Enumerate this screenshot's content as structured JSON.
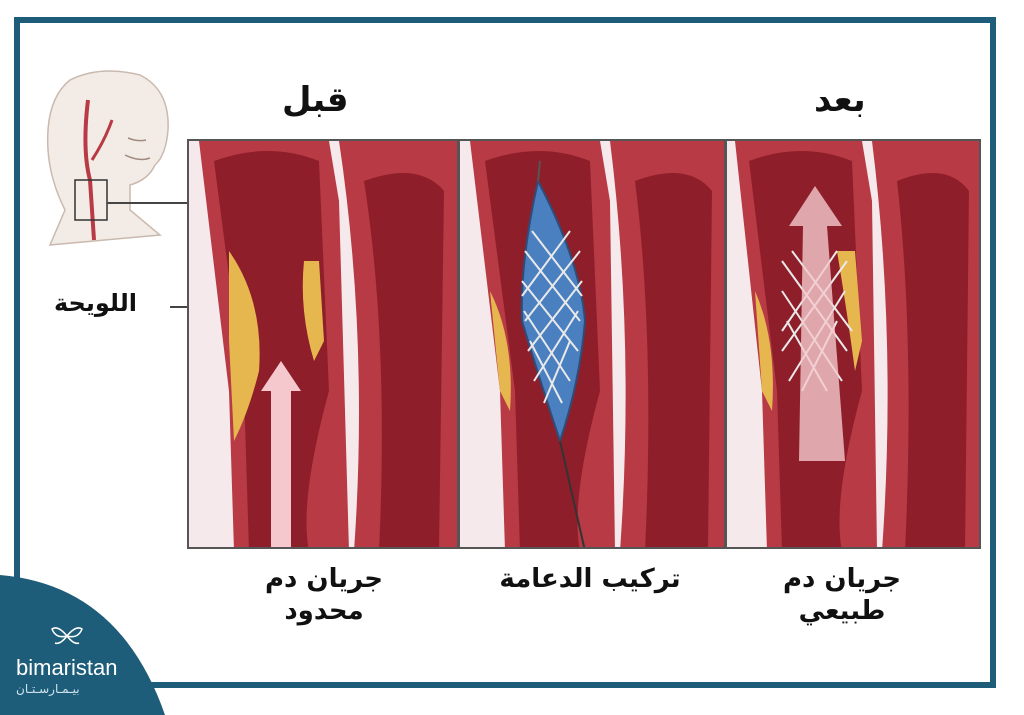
{
  "labels": {
    "before": "قبل",
    "after": "بعد",
    "plaque": "اللويحة",
    "caption_restricted_line1": "جريان دم",
    "caption_restricted_line2": "محدود",
    "caption_stent": "تركيب الدعامة",
    "caption_normal_line1": "جريان دم",
    "caption_normal_line2": "طبيعي"
  },
  "brand": {
    "name": "bimaristan",
    "arabic_name": "بيـمـارسـتـان"
  },
  "colors": {
    "frame": "#1d5d79",
    "artery_wall": "#b83a45",
    "artery_inner": "#8e1f2a",
    "plaque": "#e6b64f",
    "stent": "#4a7fc0",
    "arrow": "#f4c8cc"
  }
}
